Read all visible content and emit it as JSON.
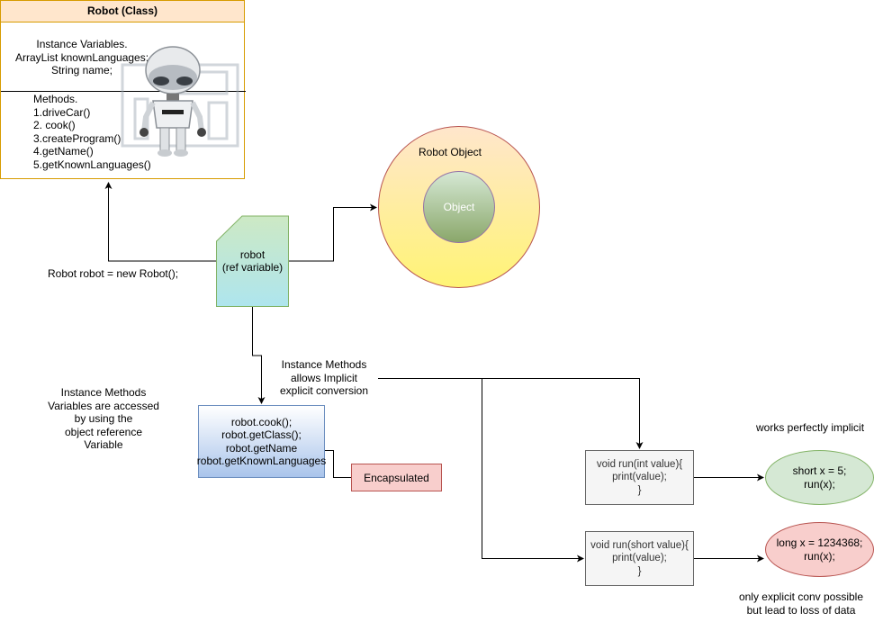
{
  "class_box": {
    "title": "Robot (Class)",
    "instance_variables": "Instance Variables.\nArrayList knownLanguages;\nString name;",
    "methods": "Methods.\n1.driveCar()\n2. cook()\n3.createProgram()\n4.getName()\n5.getKnownLanguages()"
  },
  "ref_variable": {
    "label": "robot\n(ref variable)"
  },
  "declaration": "Robot robot = new Robot();",
  "robot_object": {
    "label": "Robot Object",
    "inner_label": "Object"
  },
  "instance_note": "Instance Methods\nVariables are accessed\nby using the\nobject reference\nVariable",
  "methods_box": {
    "text": "robot.cook();\nrobot.getClass();\nrobot.getName\nrobot.getKnownLanguages"
  },
  "encapsulated": "Encapsulated",
  "conversion_note": "Instance Methods\nallows Implicit\nexplicit conversion",
  "run_int": "void run(int value){\nprint(value);\n}",
  "run_short": "void run(short value){\nprint(value);\n}",
  "short_call": "short x = 5;\nrun(x);",
  "long_call": "long x = 1234368;\nrun(x);",
  "implicit_note": "works perfectly implicit",
  "explicit_note": "only explicit conv possible\nbut lead to loss of data",
  "colors": {
    "class_header_fill": "#ffe6cc",
    "class_border": "#d79b00",
    "ref_fill_top": "#d5e8d4",
    "ref_fill_bottom": "#a8e0ec",
    "ref_border": "#82b366",
    "encapsulated_fill": "#f8cecc",
    "green_ellipse": "#d5e8d4",
    "red_ellipse": "#f8cecc"
  }
}
